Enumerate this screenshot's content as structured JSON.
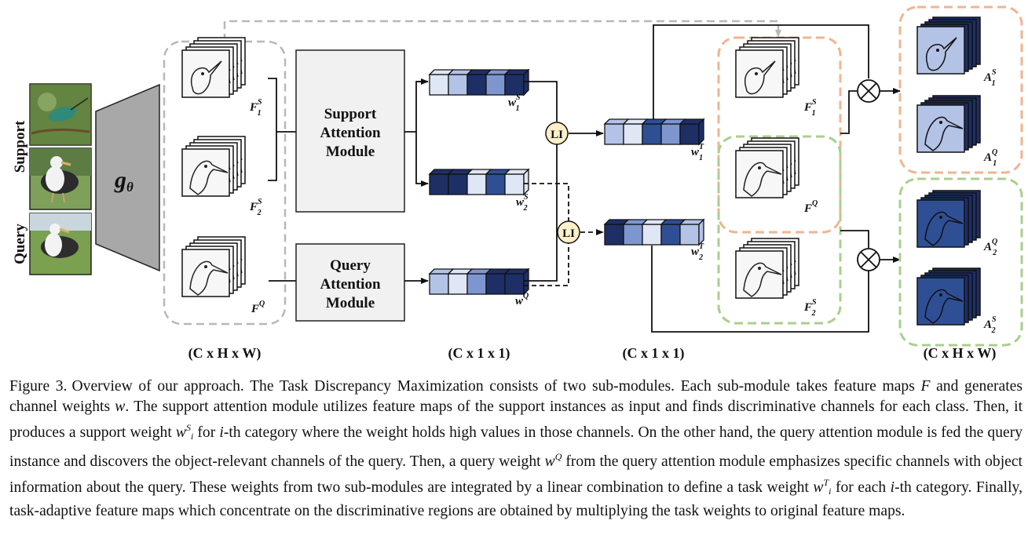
{
  "inputs": {
    "support_label": "Support",
    "query_label": "Query"
  },
  "encoder": {
    "label": "g",
    "subscript": "θ"
  },
  "modules": {
    "support": [
      "Support",
      "Attention",
      "Module"
    ],
    "query": [
      "Query",
      "Attention",
      "Module"
    ]
  },
  "feature_labels": {
    "f1s": {
      "base": "F",
      "sup": "S",
      "sub": "1"
    },
    "f2s": {
      "base": "F",
      "sup": "S",
      "sub": "2"
    },
    "fq": {
      "base": "F",
      "sup": "Q",
      "sub": ""
    }
  },
  "weight_labels": {
    "w1s": {
      "base": "w",
      "sup": "S",
      "sub": "1"
    },
    "w2s": {
      "base": "w",
      "sup": "S",
      "sub": "2"
    },
    "wq": {
      "base": "w",
      "sup": "Q",
      "sub": ""
    },
    "w1t": {
      "base": "w",
      "sup": "T",
      "sub": "1"
    },
    "w2t": {
      "base": "w",
      "sup": "T",
      "sub": "2"
    }
  },
  "attention_labels": {
    "a1s": {
      "base": "A",
      "sup": "S",
      "sub": "1"
    },
    "a1q": {
      "base": "A",
      "sup": "Q",
      "sub": "1"
    },
    "a2q": {
      "base": "A",
      "sup": "Q",
      "sub": "2"
    },
    "a2s": {
      "base": "A",
      "sup": "S",
      "sub": "2"
    }
  },
  "li_label": "LI",
  "multiply_symbol": "×",
  "dimension_labels": [
    "(C x H x W)",
    "(C x 1 x 1)",
    "(C x 1 x 1)",
    "(C x H x W)"
  ],
  "colors": {
    "very_light": "#dfe6f5",
    "light": "#b3c3e6",
    "medium": "#7e96cf",
    "dark": "#2f4f95",
    "darkest": "#1e2f66",
    "orange_dash": "#f0b590",
    "green_dash": "#a8d08d",
    "gray_dash": "#b8b8b8",
    "module_fill": "#f1f1f1",
    "encoder_fill": "#a8a8a8",
    "li_fill": "#fdf0c8"
  },
  "caption": {
    "lead": "Figure 3.",
    "s1": "Overview of our approach. The Task Discrepancy Maximization consists of two sub-modules. Each sub-module takes feature maps",
    "v_F": "F",
    "s2": "and generates channel weights",
    "v_w": "w",
    "s3": ". The support attention module utilizes feature maps of the support instances as input and finds discriminative channels for each class. Then, it produces a support weight",
    "v_wiS_base": "w",
    "v_wiS_sup": "S",
    "v_wiS_sub": "i",
    "s4": "for",
    "v_i1": "i",
    "s5": "-th category where the weight holds high values in those channels. On the other hand, the query attention module is fed the query instance and discovers the object-relevant channels of the query. Then, a query weight",
    "v_wQ_base": "w",
    "v_wQ_sup": "Q",
    "s6": "from the query attention module emphasizes specific channels with object information about the query. These weights from two sub-modules are integrated by a linear combination to define a task weight",
    "v_wiT_base": "w",
    "v_wiT_sup": "T",
    "v_wiT_sub": "i",
    "s7": "for each",
    "v_i2": "i",
    "s8": "-th category. Finally, task-adaptive feature maps which concentrate on the discriminative regions are obtained by multiplying the task weights to original feature maps."
  }
}
